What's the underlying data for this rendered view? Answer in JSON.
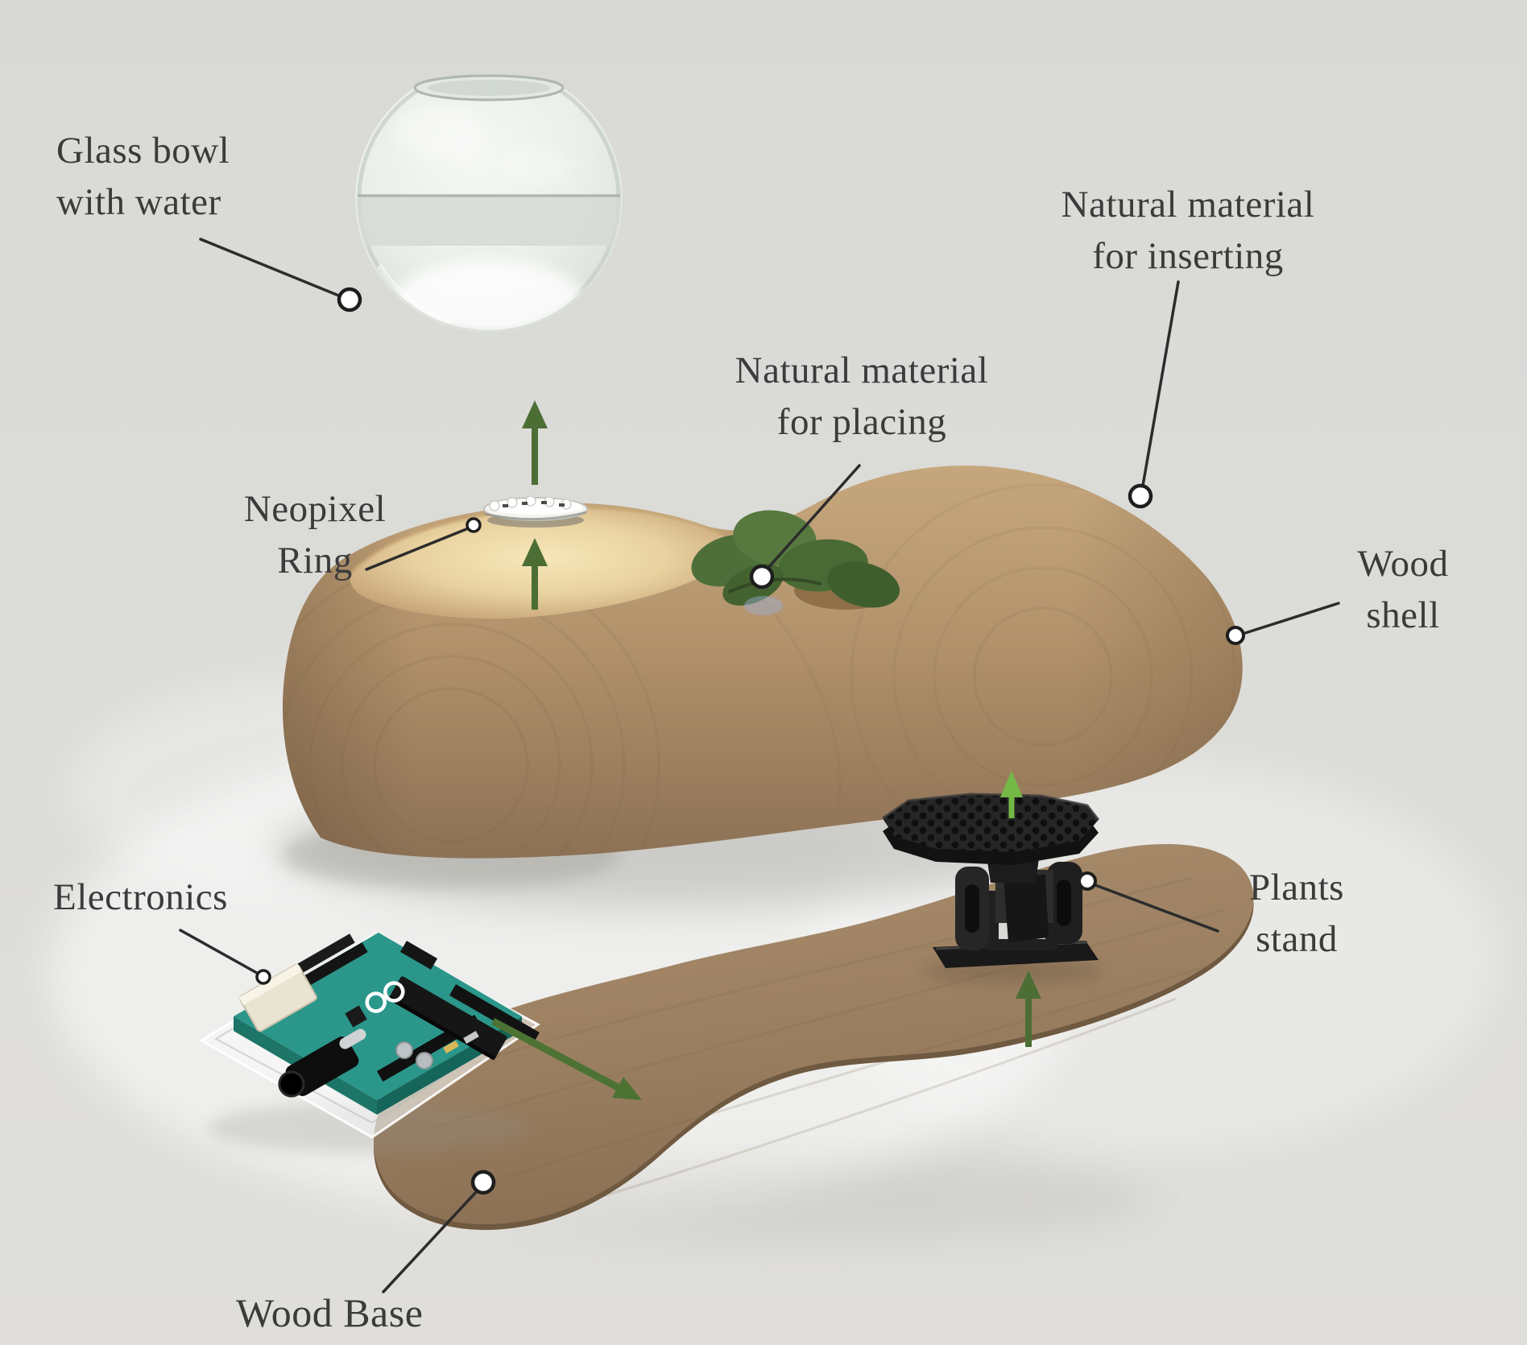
{
  "scene": {
    "description": "Exploded-view diagram of a wooden ambient device with glass bowl, neopixel ring, electronics, plants stand and wood base",
    "background": "#dcdcd9"
  },
  "callouts": {
    "glass_bowl": {
      "line1": "Glass bowl",
      "line2": "with water"
    },
    "natural_inserting": {
      "line1": "Natural material",
      "line2": "for inserting"
    },
    "natural_placing": {
      "line1": "Natural material",
      "line2": "for placing"
    },
    "neopixel_ring": {
      "line1": "Neopixel",
      "line2": "Ring"
    },
    "wood_shell": {
      "line1": "Wood",
      "line2": "shell"
    },
    "electronics": {
      "line1": "Electronics"
    },
    "plants_stand": {
      "line1": "Plants",
      "line2": "stand"
    },
    "wood_base": {
      "line1": "Wood Base"
    }
  },
  "palette": {
    "background": "#dcdcd9",
    "label_text": "#3b3b3b",
    "leader_line": "#2c2c2c",
    "callout_marker_fill": "#ffffff",
    "arrow_dark_green": "#4c6e35",
    "arrow_light_green": "#74b845",
    "wood_shell": "#b5966f",
    "wood_shell_glow": "#f2dfb0",
    "wood_base": "#a18568",
    "leaves_green": "#53733c",
    "plants_stand_black": "#222222",
    "arduino_teal": "#2b968a",
    "glass": "#e9eee9"
  }
}
